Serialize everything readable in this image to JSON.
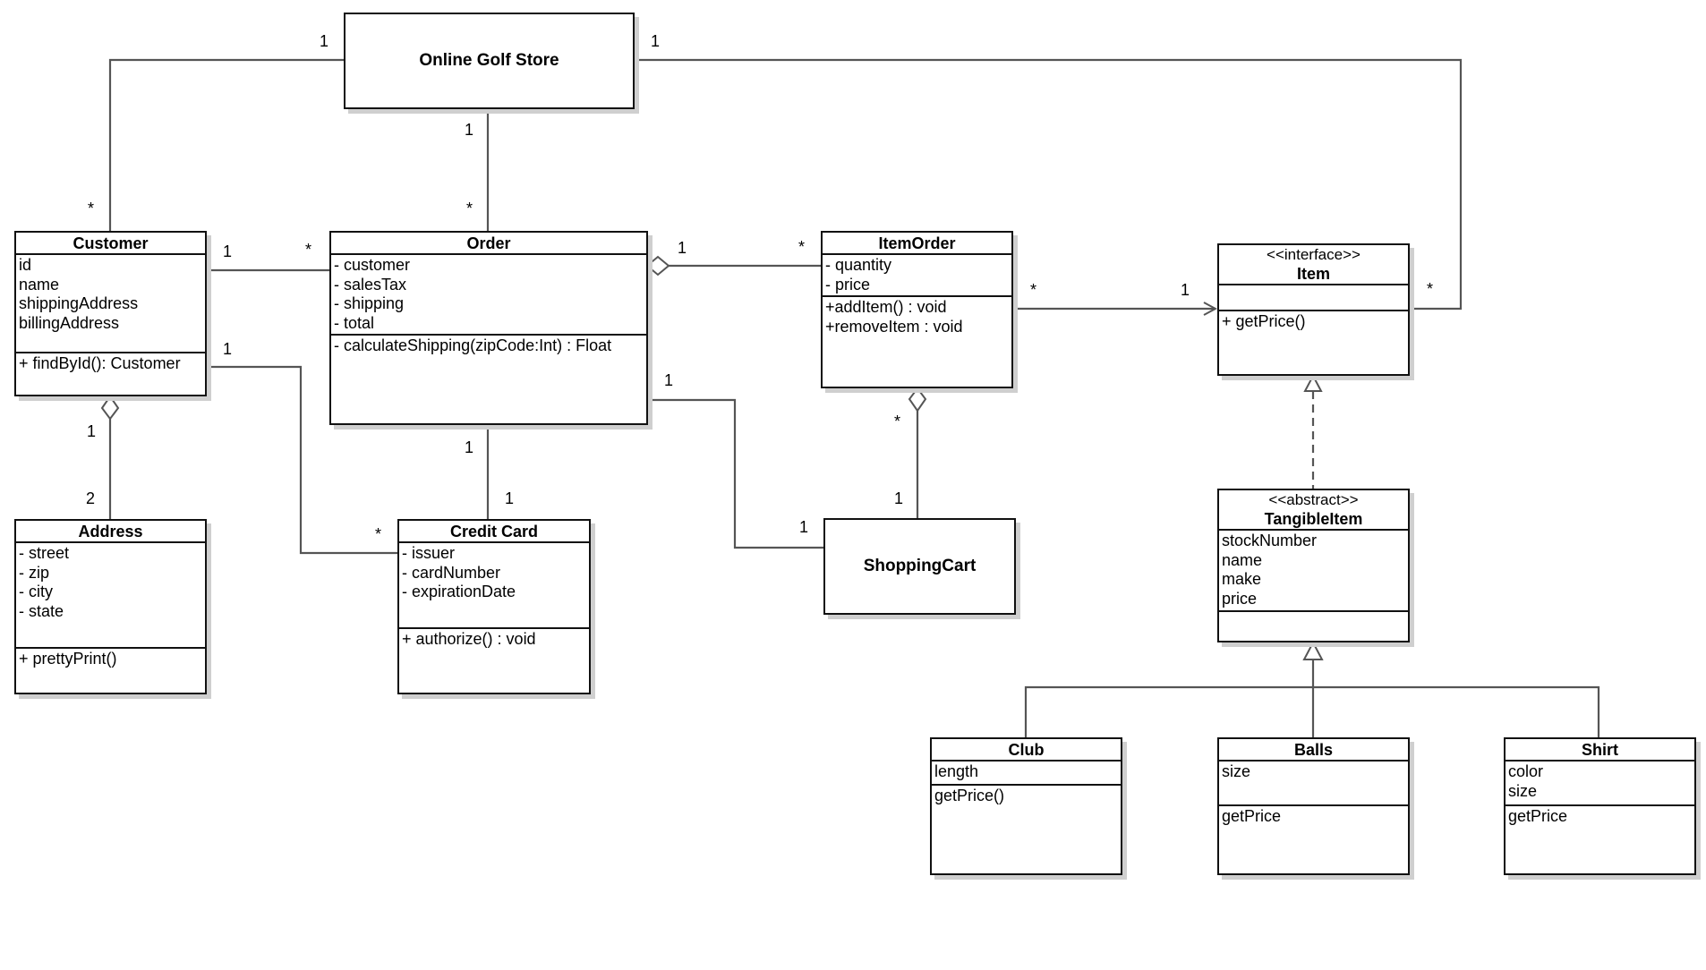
{
  "classes": {
    "store": {
      "name": "Online Golf Store"
    },
    "customer": {
      "name": "Customer",
      "attributes": [
        "id",
        "name",
        "shippingAddress",
        "billingAddress"
      ],
      "methods": [
        "+ findById(): Customer"
      ]
    },
    "order": {
      "name": "Order",
      "attributes": [
        "- customer",
        "- salesTax",
        "- shipping",
        "- total"
      ],
      "methods": [
        "- calculateShipping(zipCode:Int) : Float"
      ]
    },
    "itemorder": {
      "name": "ItemOrder",
      "attributes": [
        "- quantity",
        "- price"
      ],
      "methods": [
        "+addItem() : void",
        "+removeItem : void"
      ]
    },
    "item": {
      "stereotype": "<<interface>>",
      "name": "Item",
      "attributes": [],
      "methods": [
        "+ getPrice()"
      ]
    },
    "address": {
      "name": "Address",
      "attributes": [
        "- street",
        "- zip",
        "- city",
        "- state"
      ],
      "methods": [
        "+ prettyPrint()"
      ]
    },
    "creditcard": {
      "name": "Credit Card",
      "attributes": [
        "- issuer",
        "- cardNumber",
        "- expirationDate"
      ],
      "methods": [
        "+ authorize() : void"
      ]
    },
    "shoppingcart": {
      "name": "ShoppingCart"
    },
    "tangible": {
      "stereotype": "<<abstract>>",
      "name": "TangibleItem",
      "attributes": [
        "stockNumber",
        "name",
        "make",
        "price"
      ],
      "methods": []
    },
    "club": {
      "name": "Club",
      "attributes": [
        "length"
      ],
      "methods": [
        " getPrice()"
      ]
    },
    "balls": {
      "name": "Balls",
      "attributes": [
        "size"
      ],
      "methods": [
        "getPrice"
      ]
    },
    "shirt": {
      "name": "Shirt",
      "attributes": [
        "color",
        "size"
      ],
      "methods": [
        " getPrice"
      ]
    }
  },
  "multiplicities": {
    "store_customer_store": "1",
    "store_customer_customer": "*",
    "store_order_store": "1",
    "store_order_order": "*",
    "store_item_store": "1",
    "store_item_item": "*",
    "customer_order_customer": "1",
    "customer_order_order": "*",
    "customer_card_customer": "1",
    "customer_card_card": "*",
    "customer_address_customer": "1",
    "customer_address_address": "2",
    "order_card_order": "1",
    "order_card_card": "1",
    "order_itemorder_order": "1",
    "order_itemorder_itemorder": "*",
    "order_cart_order": "1",
    "order_cart_cart": "1",
    "itemorder_item_itemorder": "*",
    "itemorder_item_item": "1",
    "itemorder_cart_itemorder": "*",
    "itemorder_cart_cart": "1"
  }
}
